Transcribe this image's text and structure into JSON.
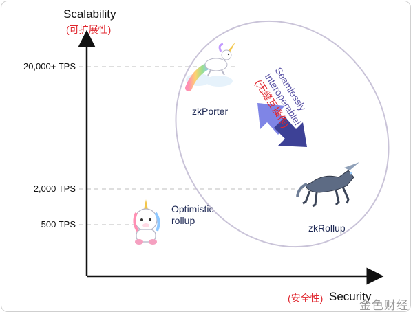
{
  "y_axis": {
    "title": "Scalability",
    "subtitle": "(可扩展性)"
  },
  "x_axis": {
    "title": "Security",
    "subtitle": "(安全性)"
  },
  "ticks": [
    {
      "label": "20,000+ TPS"
    },
    {
      "label": "2,000 TPS"
    },
    {
      "label": "500 TPS"
    }
  ],
  "nodes": {
    "zkporter": "zkPorter",
    "zkrollup": "zkRollup",
    "optimistic_line1": "Optimistic",
    "optimistic_line2": "rollup"
  },
  "interop": {
    "line1": "Seamlessly",
    "line2": "interoperable!",
    "line3": "(无缝互操作)"
  },
  "watermark": "金色财经",
  "colors": {
    "accent_red": "#e0262e",
    "arrow_light": "#7f85e6",
    "arrow_dark": "#3d4196",
    "ellipse": "#c9c3d8"
  }
}
